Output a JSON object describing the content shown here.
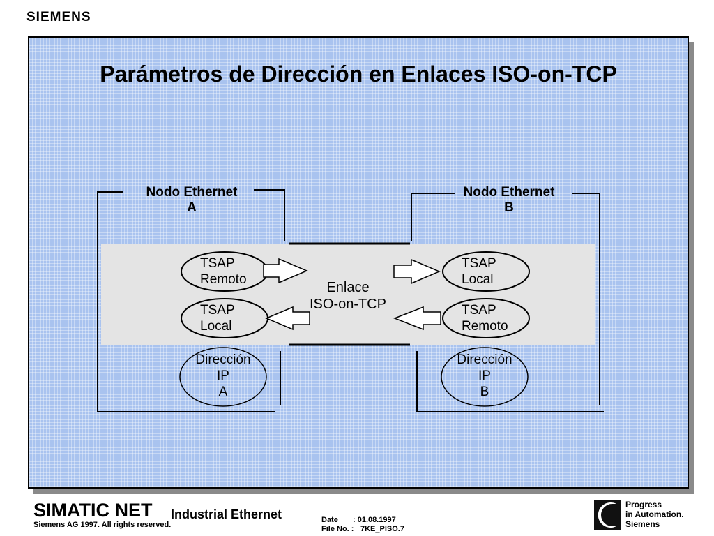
{
  "header": {
    "brand": "SIEMENS"
  },
  "slide": {
    "title": "Parámetros de Dirección en Enlaces ISO-on-TCP"
  },
  "diagram": {
    "node_a": {
      "line1": "Nodo Ethernet",
      "line2": "A"
    },
    "node_b": {
      "line1": "Nodo Ethernet",
      "line2": "B"
    },
    "tsap_a_top": {
      "line1": "TSAP",
      "line2": "Remoto"
    },
    "tsap_a_bottom": {
      "line1": "TSAP",
      "line2": "Local"
    },
    "tsap_b_top": {
      "line1": "TSAP",
      "line2": "Local"
    },
    "tsap_b_bottom": {
      "line1": "TSAP",
      "line2": "Remoto"
    },
    "link": {
      "line1": "Enlace",
      "line2": "ISO-on-TCP"
    },
    "ip_a": {
      "line1": "Dirección",
      "line2": "IP",
      "line3": "A"
    },
    "ip_b": {
      "line1": "Dirección",
      "line2": "IP",
      "line3": "B"
    }
  },
  "footer": {
    "product": "SIMATIC NET",
    "area": "Industrial Ethernet",
    "copyright": "Siemens AG 1997. All rights reserved.",
    "date_label": "Date",
    "date_value": "01.08.1997",
    "file_label": "File No. :",
    "file_value": "7KE_PISO.7",
    "slogan": [
      "Progress",
      "in Automation.",
      "Siemens"
    ]
  },
  "colors": {
    "panel": "#a9c3ef",
    "band": "#e4e4e4",
    "shadow": "#8a8a8a"
  }
}
